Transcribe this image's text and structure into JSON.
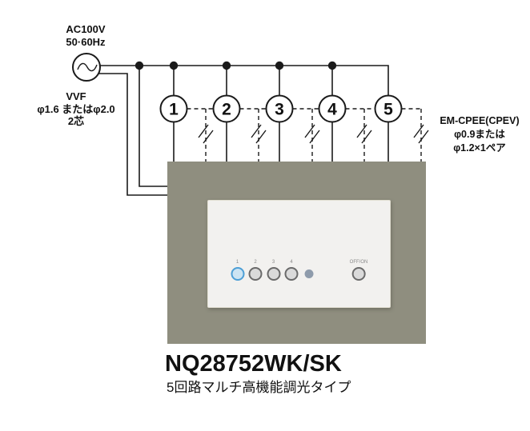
{
  "power": {
    "line1": "AC100V",
    "line2": "50·60Hz"
  },
  "cable_left": {
    "line1": "VVF",
    "line2": "φ1.6 またはφ2.0",
    "line3": "2芯"
  },
  "cable_right": {
    "line1": "EM-CPEE(CPEV)",
    "line2": "φ0.9または",
    "line3": "φ1.2×1ペア"
  },
  "circuits": [
    {
      "label": "1"
    },
    {
      "label": "2"
    },
    {
      "label": "3"
    },
    {
      "label": "4"
    },
    {
      "label": "5"
    }
  ],
  "device": {
    "model": "NQ28752WK/SK",
    "caption": "5回路マルチ高機能調光タイプ",
    "buttons": [
      {
        "label": "1",
        "active": true
      },
      {
        "label": "2",
        "active": false
      },
      {
        "label": "3",
        "active": false
      },
      {
        "label": "4",
        "active": false
      }
    ],
    "off_on_label": "OFF/ON"
  },
  "colors": {
    "line": "#1A1A1A",
    "panel_gray": "#8F8E7F",
    "plate": "#F2F1EF",
    "active_ring": "#4D9FD6",
    "active_fill": "#CCE4F3",
    "button_ring": "#6A6A6A",
    "button_fill": "#DADADA",
    "indicator": "#8E9BAB"
  }
}
